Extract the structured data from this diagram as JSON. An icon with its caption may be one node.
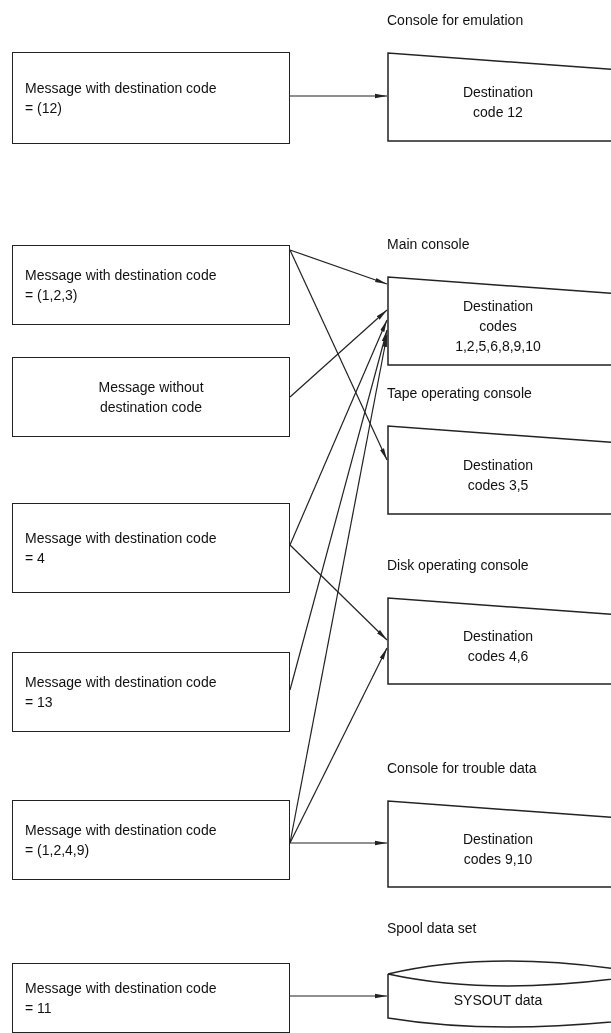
{
  "diagram": {
    "nodes": [
      {
        "text": [
          "Message with destination code = (12)"
        ]
      },
      {
        "text": [
          "Destination code 12"
        ],
        "beside": [
          "Console for emulation"
        ]
      },
      {
        "text": [
          "Message with destination code = (1,2,3)"
        ]
      },
      {
        "text": [
          "Destination codes 1,2,5,6,8,9,10"
        ],
        "beside": [
          "Main console"
        ]
      },
      {
        "text": [
          "Message without destination code"
        ]
      },
      {
        "text": [
          "Destination codes 3,5"
        ],
        "beside": [
          "Tape operating console"
        ]
      },
      {
        "text": [
          "Message with destination code = 4"
        ]
      },
      {
        "text": [
          "Destination codes 4,6"
        ],
        "beside": [
          "Disk operating console"
        ]
      },
      {
        "text": [
          "Message with destination code = 13"
        ]
      },
      {
        "text": [
          "Message with destination code = (1,2,4,9)"
        ]
      },
      {
        "text": [
          "Destination codes 9,10"
        ],
        "beside": [
          "Console for trouble data"
        ]
      },
      {
        "text": [
          "Message with destination code = 11"
        ]
      },
      {
        "text": [
          "SYSOUT data"
        ],
        "beside": [
          "Spool data set"
        ]
      }
    ],
    "edges": [
      {
        "from": 0,
        "to": 1,
        "arrow": "to"
      },
      {
        "from": 2,
        "to": 3,
        "arrow": "to"
      },
      {
        "from": 2,
        "to": 5,
        "arrow": "to"
      },
      {
        "from": 4,
        "to": 3,
        "arrow": "to"
      },
      {
        "from": 6,
        "to": 3,
        "arrow": "to"
      },
      {
        "from": 6,
        "to": 7,
        "arrow": "to"
      },
      {
        "from": 8,
        "to": 3,
        "arrow": "to"
      },
      {
        "from": 9,
        "to": 3,
        "arrow": "to"
      },
      {
        "from": 9,
        "to": 7,
        "arrow": "to"
      },
      {
        "from": 9,
        "to": 10,
        "arrow": "to"
      },
      {
        "from": 11,
        "to": 12,
        "arrow": "to"
      }
    ]
  }
}
